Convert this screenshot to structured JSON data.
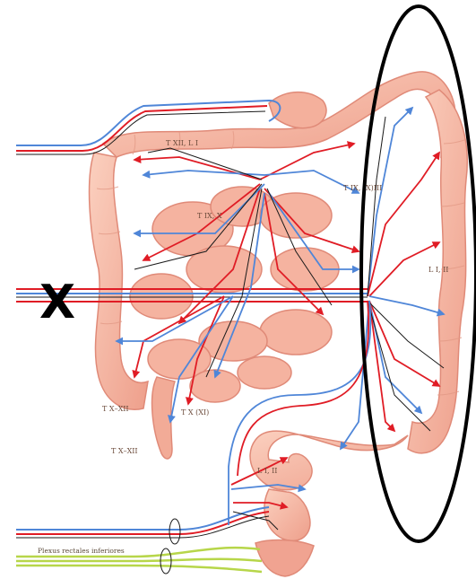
{
  "diagram": {
    "labels": {
      "txii_li": "T XII, L I",
      "tix_x": "T IX, X",
      "tix_xiii": "T IX, (X)III",
      "lii_right": "L I, II",
      "tx_xii_left": "T X–XII",
      "tx_xi": "T X (XI)",
      "tx_xii_bottom": "T X–XII",
      "lii_bottom": "L I, II",
      "plexus": "Plexus rectales inferiores"
    },
    "marker": "X",
    "colors": {
      "artery_red": "#e01c25",
      "vein_blue": "#4f86d8",
      "nerve_black": "#1a1a1a",
      "plexus_green": "#b7d64a",
      "bowel_fill": "#f7b9a3",
      "bowel_shade": "#e58f7d",
      "highlight_ellipse": "#000000"
    }
  }
}
